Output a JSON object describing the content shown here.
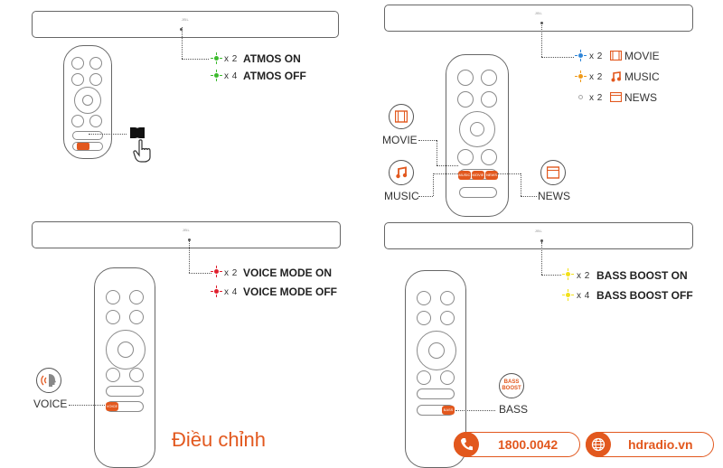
{
  "atmos": {
    "led_color": "#3dbb2e",
    "rows": [
      {
        "count": "x 2",
        "label": "ATMOS ON"
      },
      {
        "count": "x 4",
        "label": "ATMOS OFF"
      }
    ],
    "button_icon": "dolby-atmos-icon",
    "pointer_icon": "hand-pointer-icon"
  },
  "mode": {
    "rows": [
      {
        "count": "x 2",
        "label": "MOVIE",
        "led_color": "#2f86d8",
        "icon": "film-icon"
      },
      {
        "count": "x 2",
        "label": "MUSIC",
        "led_color": "#f09a1a",
        "icon": "music-note-icon"
      },
      {
        "count": "x 2",
        "label": "NEWS",
        "led_color": "#cccccc",
        "icon": "news-window-icon"
      }
    ],
    "callouts": {
      "movie": "MOVIE",
      "music": "MUSIC",
      "news": "NEWS"
    },
    "remote_buttons": [
      "MUSIC",
      "MOVIE",
      "NEWS"
    ]
  },
  "voice": {
    "led_color": "#e0202e",
    "rows": [
      {
        "count": "x 2",
        "label": "VOICE MODE ON"
      },
      {
        "count": "x 4",
        "label": "VOICE MODE OFF"
      }
    ],
    "callout": "VOICE",
    "remote_button": "VOICE"
  },
  "bass": {
    "led_color": "#f2e018",
    "rows": [
      {
        "count": "x 2",
        "label": "BASS BOOST ON"
      },
      {
        "count": "x 4",
        "label": "BASS BOOST OFF"
      }
    ],
    "callout": "BASS",
    "icon_text": [
      "BASS",
      "BOOST"
    ],
    "remote_button": "BASS"
  },
  "footer": {
    "title": "Điều chỉnh",
    "phone": "1800.0042",
    "website": "hdradio.vn",
    "accent": "#e2581e"
  }
}
